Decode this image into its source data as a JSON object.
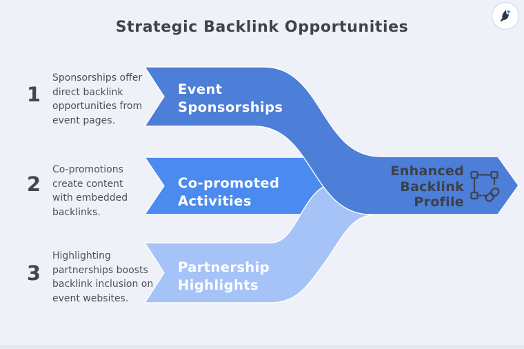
{
  "title": "Strategic Backlink Opportunities",
  "colors": {
    "background": "#eff1f8",
    "ribbon_dark_blue": "#4d7ed8",
    "ribbon_bright_blue": "#4b8bf0",
    "ribbon_light_blue": "#a6c3f8",
    "label_text": "#ffffff",
    "result_text": "#3b4049",
    "body_text": "#4b5058",
    "icon_stroke": "#3e444d"
  },
  "items": [
    {
      "number": "1",
      "description": "Sponsorships offer\ndirect backlink\nopportunities from\nevent pages.",
      "label": "Event\nSponsorships"
    },
    {
      "number": "2",
      "description": "Co-promotions\ncreate content\nwith embedded\nbacklinks.",
      "label": "Co-promoted\nActivities"
    },
    {
      "number": "3",
      "description": "Highlighting\npartnerships boosts\nbacklink inclusion on\nevent websites.",
      "label": "Partnership\nHighlights"
    }
  ],
  "result": {
    "label": "Enhanced\nBacklink\nProfile",
    "icon": "selection-frame-link-icon"
  },
  "logo_icon": "rocket-quill-logo"
}
